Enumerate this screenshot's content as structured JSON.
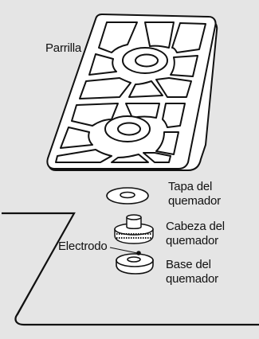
{
  "labels": {
    "grate": "Parrilla",
    "burner_cap": [
      "Tapa del",
      "quemador"
    ],
    "burner_head": [
      "Cabeza del",
      "quemador"
    ],
    "electrode": "Electrodo",
    "burner_base": [
      "Base del",
      "quemador"
    ]
  },
  "colors": {
    "background": "#e5e5e5",
    "stroke": "#111111",
    "fill": "#ffffff"
  }
}
